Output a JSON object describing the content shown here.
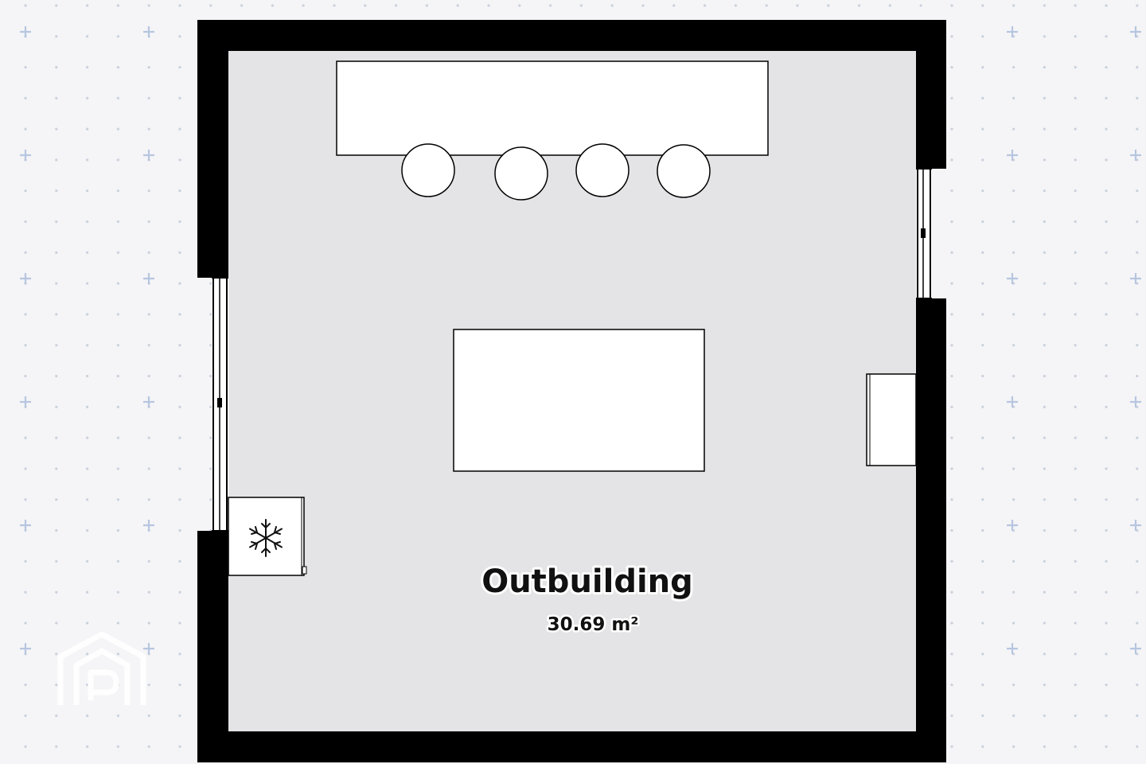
{
  "room": {
    "name": "Outbuilding",
    "area": "30.69 m²"
  },
  "colors": {
    "background": "#f5f5f7",
    "grid_dot": "#c9d0dc",
    "grid_plus": "#b7c6e0",
    "wall": "#000000",
    "floor": "#e4e4e6",
    "furniture": "#ffffff",
    "watermark": "#ffffff"
  },
  "furniture": [
    "bar-counter",
    "bar-stool",
    "bar-stool",
    "bar-stool",
    "bar-stool",
    "table",
    "cabinet",
    "freezer"
  ],
  "icons": [
    "snowflake-icon",
    "watermark-logo"
  ]
}
